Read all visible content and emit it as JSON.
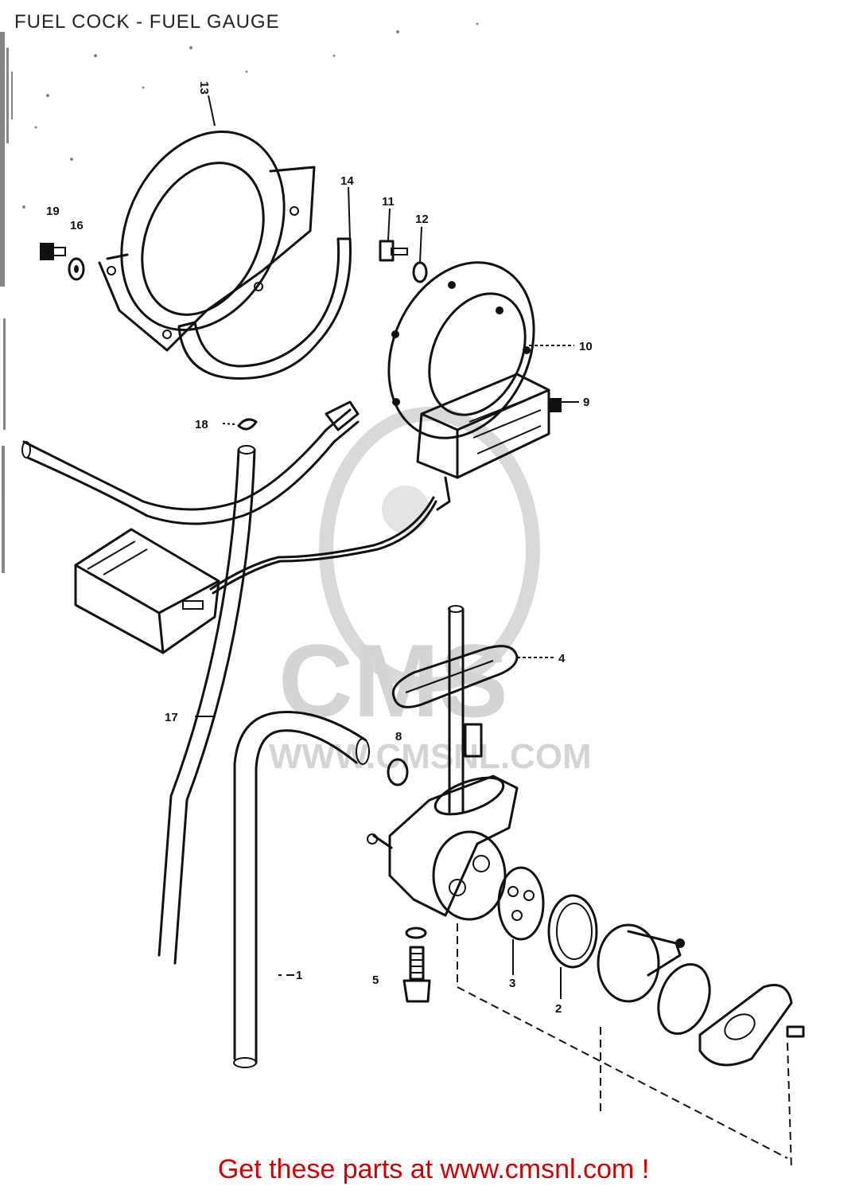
{
  "title": "FUEL COCK - FUEL GAUGE",
  "watermark": {
    "text": "WWW.CMSNL.COM",
    "logo": "CMS"
  },
  "footer": "Get these parts at www.cmsnl.com !",
  "callouts": [
    {
      "id": "c1",
      "label": "1"
    },
    {
      "id": "c2",
      "label": "2"
    },
    {
      "id": "c3",
      "label": "3"
    },
    {
      "id": "c4",
      "label": "4"
    },
    {
      "id": "c5",
      "label": "5"
    },
    {
      "id": "c8",
      "label": "8"
    },
    {
      "id": "c9",
      "label": "9"
    },
    {
      "id": "c10",
      "label": "10"
    },
    {
      "id": "c11",
      "label": "11"
    },
    {
      "id": "c12",
      "label": "12"
    },
    {
      "id": "c13",
      "label": "13"
    },
    {
      "id": "c14",
      "label": "14"
    },
    {
      "id": "c16",
      "label": "16"
    },
    {
      "id": "c17",
      "label": "17"
    },
    {
      "id": "c18",
      "label": "18"
    },
    {
      "id": "c19",
      "label": "19"
    }
  ],
  "colors": {
    "footer": "#d10000",
    "line": "#111111",
    "watermark": "#d9d9d9"
  }
}
